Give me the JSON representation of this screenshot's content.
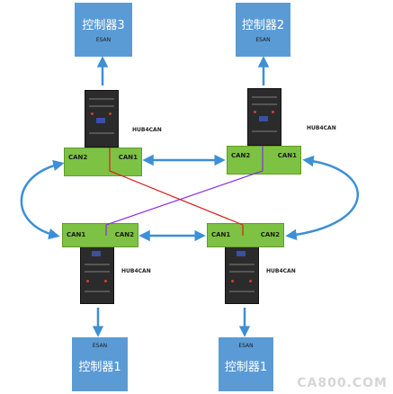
{
  "controllers": {
    "top_left": {
      "name": "控制器3",
      "sub": "ESAN"
    },
    "top_right": {
      "name": "控制器2",
      "sub": "ESAN"
    },
    "bottom_left": {
      "name": "控制器1",
      "sub": "ESAN"
    },
    "bottom_right": {
      "name": "控制器1",
      "sub": "ESAN"
    }
  },
  "nodes": {
    "tl": {
      "left_port": "CAN2",
      "right_port": "CAN1"
    },
    "tr": {
      "left_port": "CAN2",
      "right_port": "CAN1"
    },
    "bl": {
      "left_port": "CAN1",
      "right_port": "CAN2"
    },
    "br": {
      "left_port": "CAN1",
      "right_port": "CAN2"
    }
  },
  "devices": {
    "tl": "HUB4CAN",
    "tr": "HUB4CAN",
    "bl": "HUB4CAN",
    "br": "HUB4CAN"
  },
  "watermark": "CA800.COM",
  "colors": {
    "controller": "#5b9bd5",
    "node": "#7dc242",
    "arrow": "#3d8fd6",
    "cross_red": "#d42020",
    "cross_purple": "#8a2be2"
  }
}
